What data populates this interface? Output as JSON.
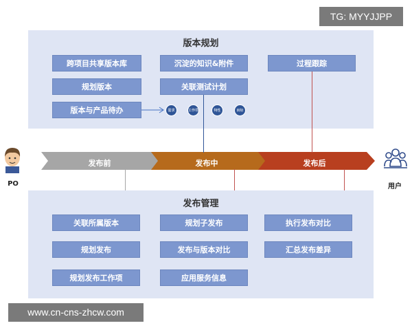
{
  "top_panel": {
    "title": "版本规划",
    "col1": [
      "跨项目共享版本库",
      "规划版本",
      "版本与产品待办"
    ],
    "col2": [
      "沉淀的知识&附件",
      "关联测试计划"
    ],
    "col3": [
      "过程跟踪"
    ],
    "circles": [
      "需求",
      "工作项",
      "特性",
      "目标"
    ]
  },
  "timeline": {
    "segments": [
      "发布前",
      "发布中",
      "发布后"
    ],
    "colors": [
      "#a6a6a6",
      "#b66a1c",
      "#b83f1f"
    ]
  },
  "actors": {
    "left": "PO",
    "right": "用户"
  },
  "bottom_panel": {
    "title": "发布管理",
    "col1": [
      "关联所属版本",
      "规划发布",
      "规划发布工作项"
    ],
    "col2": [
      "规划子发布",
      "发布与版本对比",
      "应用服务信息"
    ],
    "col3": [
      "执行发布对比",
      "汇总发布差异"
    ]
  },
  "watermarks": {
    "top": "TG: MYYJJPP",
    "bottom": "www.cn-cns-zhcw.com"
  },
  "colors": {
    "panel": "#dfe5f4",
    "box": "#7d97cf",
    "circle": "#2f5597",
    "connector": "#c0504d"
  }
}
